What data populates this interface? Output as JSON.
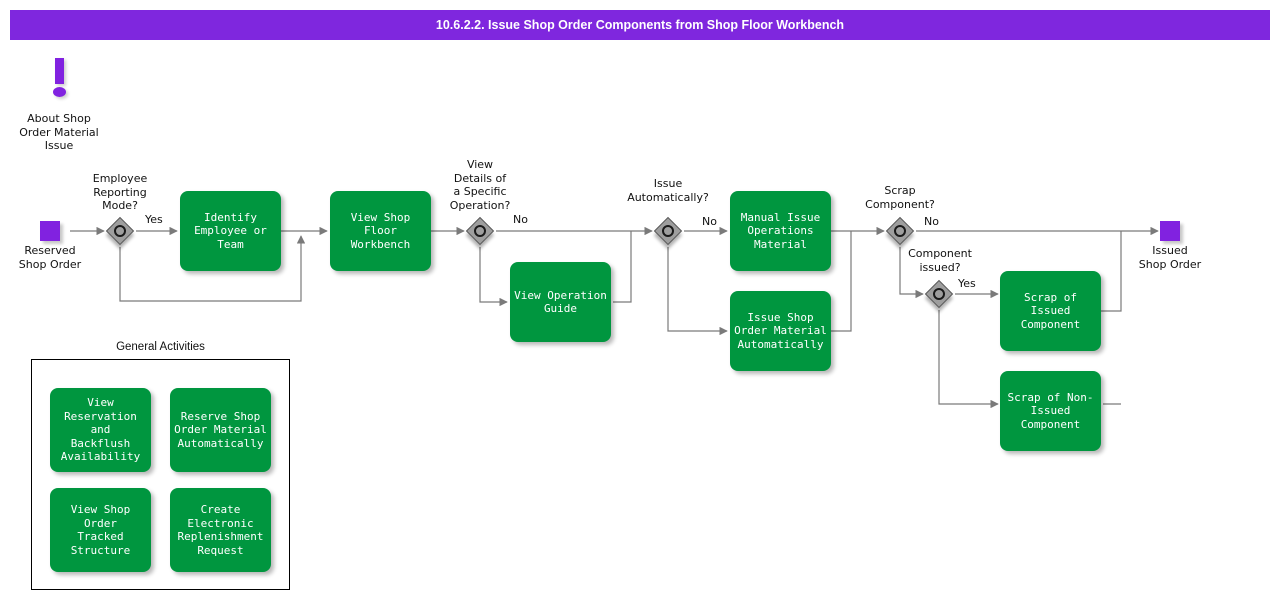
{
  "header": {
    "title": "10.6.2.2. Issue Shop Order Components from Shop Floor Workbench",
    "background_color": "#7F27DE",
    "text_color": "#FFFFFF"
  },
  "theme": {
    "task_fill": "#00963F",
    "task_text": "#FFFFFF",
    "gateway_fill": "#9E9E9E",
    "event_fill": "#8122E0",
    "edge_color": "#555555",
    "canvas": "#FFFFFF"
  },
  "note": {
    "icon": "exclamation-icon",
    "caption": "About Shop\nOrder Material\nIssue"
  },
  "events": {
    "start": {
      "name": "reserved-shop-order",
      "caption": "Reserved\nShop Order"
    },
    "end": {
      "name": "issued-shop-order",
      "caption": "Issued\nShop Order"
    }
  },
  "gateways": [
    {
      "id": "employee-reporting-mode",
      "label": "Employee\nReporting\nMode?"
    },
    {
      "id": "view-details-of-a-specific-operation",
      "label": "View\nDetails of\na Specific\nOperation?"
    },
    {
      "id": "issue-automatically",
      "label": "Issue\nAutomatically?"
    },
    {
      "id": "scrap-component",
      "label": "Scrap\nComponent?"
    },
    {
      "id": "component-issued",
      "label": "Component\nissued?"
    }
  ],
  "tasks": [
    {
      "id": "identify-employee-or-team",
      "label": "Identify\nEmployee or\nTeam"
    },
    {
      "id": "view-shop-floor-workbench",
      "label": "View Shop Floor\nWorkbench"
    },
    {
      "id": "view-operation-guide",
      "label": "View Operation\nGuide"
    },
    {
      "id": "manual-issue-operations-material",
      "label": "Manual Issue\nOperations\nMaterial"
    },
    {
      "id": "issue-shop-order-material-automatically",
      "label": "Issue Shop\nOrder Material\nAutomatically"
    },
    {
      "id": "scrap-of-issued-component",
      "label": "Scrap of Issued\nComponent"
    },
    {
      "id": "scrap-of-non-issued-component",
      "label": "Scrap of Non-\nIssued\nComponent"
    }
  ],
  "edge_labels": [
    {
      "id": "yes-identify-employee",
      "text": "Yes"
    },
    {
      "id": "no-view-details",
      "text": "No"
    },
    {
      "id": "no-issue-automatically",
      "text": "No"
    },
    {
      "id": "no-scrap-component",
      "text": "No"
    },
    {
      "id": "yes-component-issued",
      "text": "Yes"
    }
  ],
  "general_activities": {
    "title": "General Activities",
    "items": [
      {
        "id": "view-reservation-and-backflush-availability",
        "label": "View\nReservation and\nBackflush\nAvailability"
      },
      {
        "id": "reserve-shop-order-material-automatically",
        "label": "Reserve Shop\nOrder Material\nAutomatically"
      },
      {
        "id": "view-shop-order-tracked-structure",
        "label": "View Shop Order\nTracked\nStructure"
      },
      {
        "id": "create-electronic-replenishment-request",
        "label": "Create\nElectronic\nReplenishment\nRequest"
      }
    ]
  }
}
